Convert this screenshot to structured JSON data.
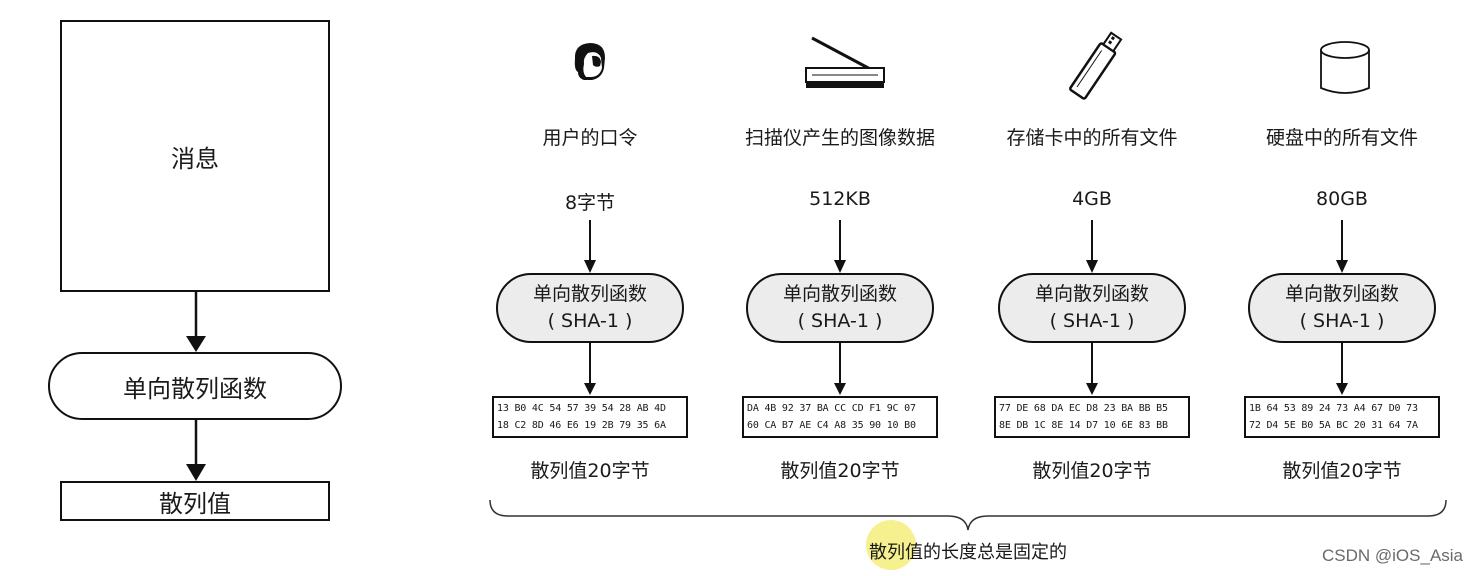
{
  "left": {
    "message": "消息",
    "function": "单向散列函数",
    "hash": "散列值"
  },
  "columns": [
    {
      "icon": "person-icon",
      "title": "用户的口令",
      "size": "8字节",
      "func_line1": "单向散列函数",
      "func_line2": "( SHA-1 )",
      "hex1": "13 B0 4C 54 57 39 54 28 AB 4D",
      "hex2": "18 C2 8D 46 E6 19 2B 79 35 6A",
      "result": "散列值20字节"
    },
    {
      "icon": "scanner-icon",
      "title": "扫描仪产生的图像数据",
      "size": "512KB",
      "func_line1": "单向散列函数",
      "func_line2": "( SHA-1 )",
      "hex1": "DA 4B 92 37 BA CC CD F1 9C 07",
      "hex2": "60 CA B7 AE C4 A8 35 90 10 B0",
      "result": "散列值20字节"
    },
    {
      "icon": "usb-drive-icon",
      "title": "存储卡中的所有文件",
      "size": "4GB",
      "func_line1": "单向散列函数",
      "func_line2": "( SHA-1 )",
      "hex1": "77 DE 68 DA EC D8 23 BA BB B5",
      "hex2": "8E DB 1C 8E 14 D7 10 6E 83 BB",
      "result": "散列值20字节"
    },
    {
      "icon": "hard-disk-icon",
      "title": "硬盘中的所有文件",
      "size": "80GB",
      "func_line1": "单向散列函数",
      "func_line2": "( SHA-1 )",
      "hex1": "1B 64 53 89 24 73 A4 67 D0 73",
      "hex2": "72 D4 5E B0 5A BC 20 31 64 7A",
      "result": "散列值20字节"
    }
  ],
  "footer": {
    "caption": "散列值的长度总是固定的"
  },
  "watermark": "CSDN @iOS_Asia"
}
